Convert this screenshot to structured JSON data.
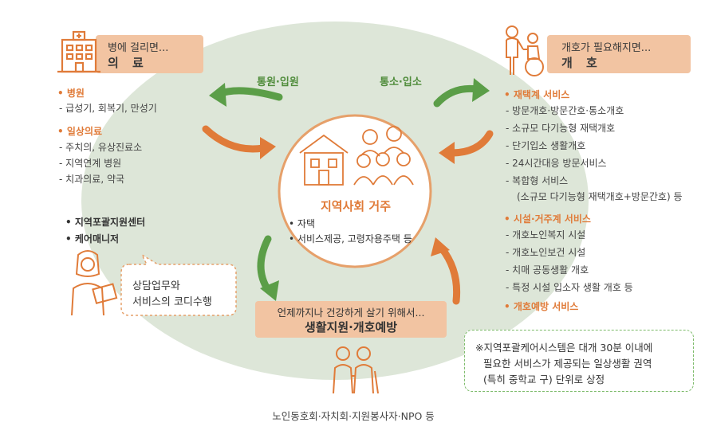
{
  "medical": {
    "subtitle": "병에 걸리면...",
    "title": "의 료",
    "categories": [
      {
        "name": "병원",
        "items": [
          "급성기, 회복기, 만성기"
        ]
      },
      {
        "name": "일상의료",
        "items": [
          "주치의, 유상진료소",
          "지역연계 병원",
          "치과의료, 약국"
        ]
      }
    ]
  },
  "care": {
    "subtitle": "개호가 필요해지면...",
    "title": "개 호",
    "categories": [
      {
        "name": "재택계 서비스",
        "items": [
          "방문개호·방문간호·통소개호",
          "소규모 다기능형 재택개호",
          "단기입소 생활개호",
          "24시간대응 방문서비스",
          "복합형 서비스",
          "(소규모 다기능형 재택개호+방문간호) 등"
        ]
      },
      {
        "name": "시설·거주계 서비스",
        "items": [
          "개호노인복지 시설",
          "개호노인보건 시설",
          "치매 공동생활 개호",
          "특정 시설 입소자 생활 개호 등"
        ]
      },
      {
        "name": "개호예방 서비스",
        "items": []
      }
    ]
  },
  "center": {
    "title": "지역사회 거주",
    "items": [
      "자택",
      "서비스제공, 고령자용주택 등"
    ]
  },
  "arrows": {
    "left_label": "통원·입원",
    "right_label": "통소·입소"
  },
  "support_center": {
    "items": [
      "지역포괄지원센터",
      "케어매니저"
    ],
    "bubble_line1": "상담업무와",
    "bubble_line2": "서비스의 코디수행"
  },
  "living": {
    "subtitle": "언제까지나 건강하게 살기 위해서...",
    "title": "생활지원·개호예방"
  },
  "organizations": "노인동호회·자치회·지원봉사자·NPO 등",
  "note": {
    "line1": "※지역포괄케어시스템은 대개 30분 이내에",
    "line2": "필요한 서비스가 제공되는 일상생활 권역",
    "line3": "(특히 중학교 구) 단위로 상정"
  },
  "colors": {
    "orange": "#e07b39",
    "green": "#5b9e48",
    "peach": "#f2c4a2",
    "ellipse": "#dde6d8"
  }
}
